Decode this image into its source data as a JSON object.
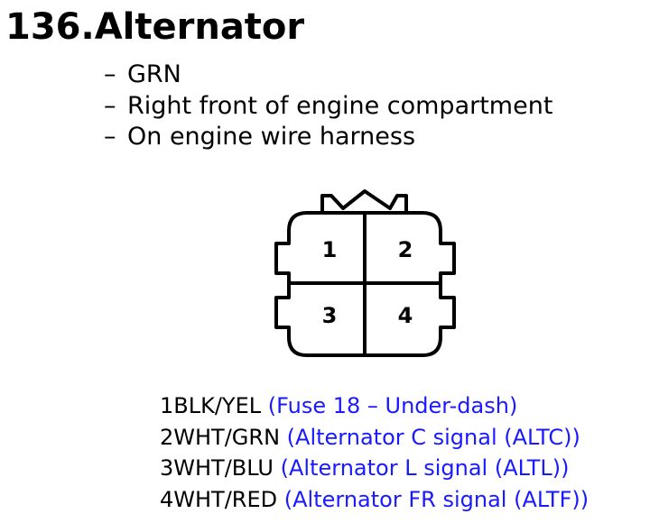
{
  "header": {
    "title": "136.Alternator"
  },
  "details": {
    "dash": "–",
    "items": [
      "GRN",
      "Right front of engine compartment",
      "On engine wire harness"
    ]
  },
  "connector": {
    "cavities": [
      "1",
      "2",
      "3",
      "4"
    ]
  },
  "pins": [
    {
      "wire": "1BLK/YEL",
      "description": "(Fuse 18 – Under-dash)"
    },
    {
      "wire": "2WHT/GRN",
      "description": "(Alternator C signal (ALTC))"
    },
    {
      "wire": "3WHT/BLU",
      "description": "(Alternator L signal (ALTL))"
    },
    {
      "wire": "4WHT/RED",
      "description": "(Alternator FR signal (ALTF))"
    }
  ],
  "colors": {
    "text": "#000000",
    "description": "#1a1aff",
    "background": "#ffffff"
  }
}
